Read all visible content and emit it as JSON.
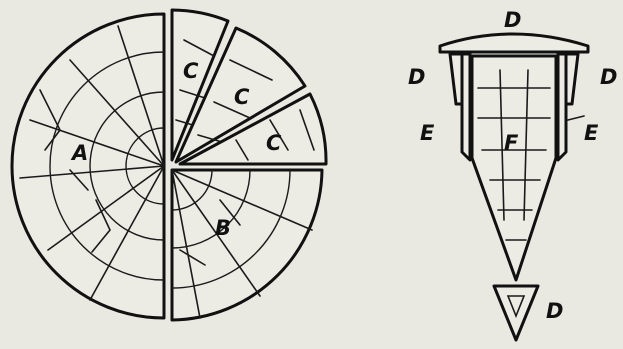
{
  "labels": {
    "log_piece_a": "A",
    "log_piece_b": "B",
    "log_wedge_c1": "C",
    "log_wedge_c2": "C",
    "log_wedge_c3": "C",
    "timber_slab_top": "D",
    "timber_slab_left": "D",
    "timber_slab_right": "D",
    "timber_slab_bottom": "D",
    "gap_left": "E",
    "gap_right": "E",
    "core_piece": "F"
  }
}
